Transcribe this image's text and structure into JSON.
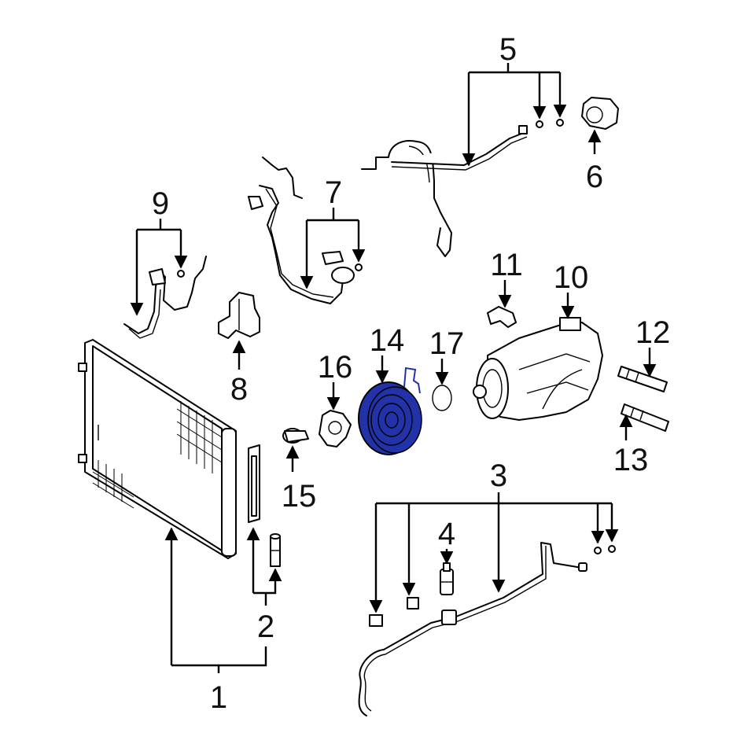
{
  "diagram": {
    "highlight_color": "#2233aa",
    "callouts": {
      "c1": "1",
      "c2": "2",
      "c3": "3",
      "c4": "4",
      "c5": "5",
      "c6": "6",
      "c7": "7",
      "c8": "8",
      "c9": "9",
      "c10": "10",
      "c11": "11",
      "c12": "12",
      "c13": "13",
      "c14": "14",
      "c15": "15",
      "c16": "16",
      "c17": "17"
    }
  }
}
